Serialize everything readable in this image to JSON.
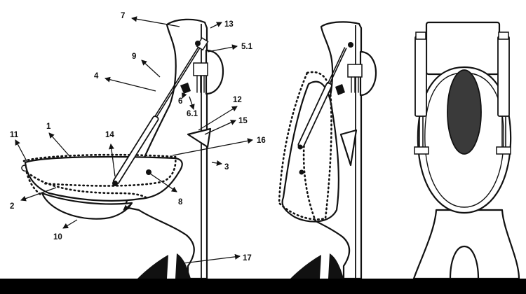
{
  "labels": {
    "l1": "1",
    "l2": "2",
    "l3": "3",
    "l4": "4",
    "l5_1": "5.1",
    "l6": "6",
    "l6_1": "6.1",
    "l7": "7",
    "l8": "8",
    "l9": "9",
    "l10": "10",
    "l11": "11",
    "l12": "12",
    "l13": "13",
    "l14": "14",
    "l15": "15",
    "l16": "16",
    "l17": "17"
  },
  "colors": {
    "ink": "#111111",
    "background": "#ffffff",
    "floor": "#000000"
  }
}
